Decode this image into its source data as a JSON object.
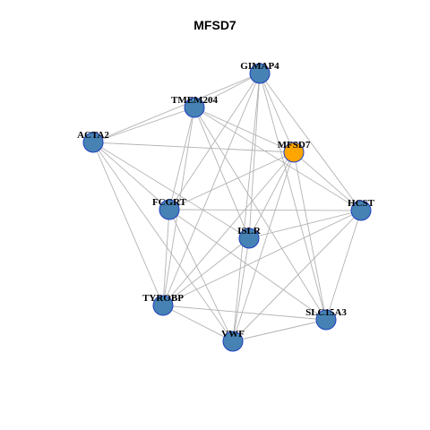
{
  "title": "MFSD7",
  "colors": {
    "hub": "#ffa500",
    "node": "#4682b4",
    "node_border": "#1f3fbf",
    "edge": "#b3b3b3"
  },
  "nodes": [
    {
      "id": "GIMAP4",
      "label": "GIMAP4",
      "role": "neighbor"
    },
    {
      "id": "TMEM204",
      "label": "TMEM204",
      "role": "neighbor"
    },
    {
      "id": "ACTA2",
      "label": "ACTA2",
      "role": "neighbor"
    },
    {
      "id": "MFSD7",
      "label": "MFSD7",
      "role": "hub"
    },
    {
      "id": "FCGRT",
      "label": "FCGRT",
      "role": "neighbor"
    },
    {
      "id": "HCST",
      "label": "HCST",
      "role": "neighbor"
    },
    {
      "id": "ISLR",
      "label": "ISLR",
      "role": "neighbor"
    },
    {
      "id": "TYROBP",
      "label": "TYROBP",
      "role": "neighbor"
    },
    {
      "id": "SLC15A3",
      "label": "SLC15A3",
      "role": "neighbor"
    },
    {
      "id": "VWF",
      "label": "VWF",
      "role": "neighbor"
    }
  ],
  "edges": [
    [
      "GIMAP4",
      "TMEM204"
    ],
    [
      "GIMAP4",
      "ACTA2"
    ],
    [
      "GIMAP4",
      "MFSD7"
    ],
    [
      "GIMAP4",
      "FCGRT"
    ],
    [
      "GIMAP4",
      "HCST"
    ],
    [
      "GIMAP4",
      "ISLR"
    ],
    [
      "GIMAP4",
      "TYROBP"
    ],
    [
      "GIMAP4",
      "SLC15A3"
    ],
    [
      "GIMAP4",
      "VWF"
    ],
    [
      "TMEM204",
      "ACTA2"
    ],
    [
      "TMEM204",
      "MFSD7"
    ],
    [
      "TMEM204",
      "FCGRT"
    ],
    [
      "TMEM204",
      "HCST"
    ],
    [
      "TMEM204",
      "ISLR"
    ],
    [
      "TMEM204",
      "TYROBP"
    ],
    [
      "TMEM204",
      "SLC15A3"
    ],
    [
      "ACTA2",
      "MFSD7"
    ],
    [
      "ACTA2",
      "FCGRT"
    ],
    [
      "ACTA2",
      "ISLR"
    ],
    [
      "ACTA2",
      "TYROBP"
    ],
    [
      "ACTA2",
      "VWF"
    ],
    [
      "MFSD7",
      "FCGRT"
    ],
    [
      "MFSD7",
      "HCST"
    ],
    [
      "MFSD7",
      "ISLR"
    ],
    [
      "MFSD7",
      "TYROBP"
    ],
    [
      "MFSD7",
      "SLC15A3"
    ],
    [
      "MFSD7",
      "VWF"
    ],
    [
      "FCGRT",
      "HCST"
    ],
    [
      "FCGRT",
      "TYROBP"
    ],
    [
      "FCGRT",
      "VWF"
    ],
    [
      "FCGRT",
      "SLC15A3"
    ],
    [
      "HCST",
      "ISLR"
    ],
    [
      "HCST",
      "TYROBP"
    ],
    [
      "HCST",
      "VWF"
    ],
    [
      "HCST",
      "SLC15A3"
    ],
    [
      "ISLR",
      "VWF"
    ],
    [
      "ISLR",
      "TYROBP"
    ],
    [
      "TYROBP",
      "VWF"
    ],
    [
      "TYROBP",
      "SLC15A3"
    ],
    [
      "VWF",
      "SLC15A3"
    ]
  ]
}
